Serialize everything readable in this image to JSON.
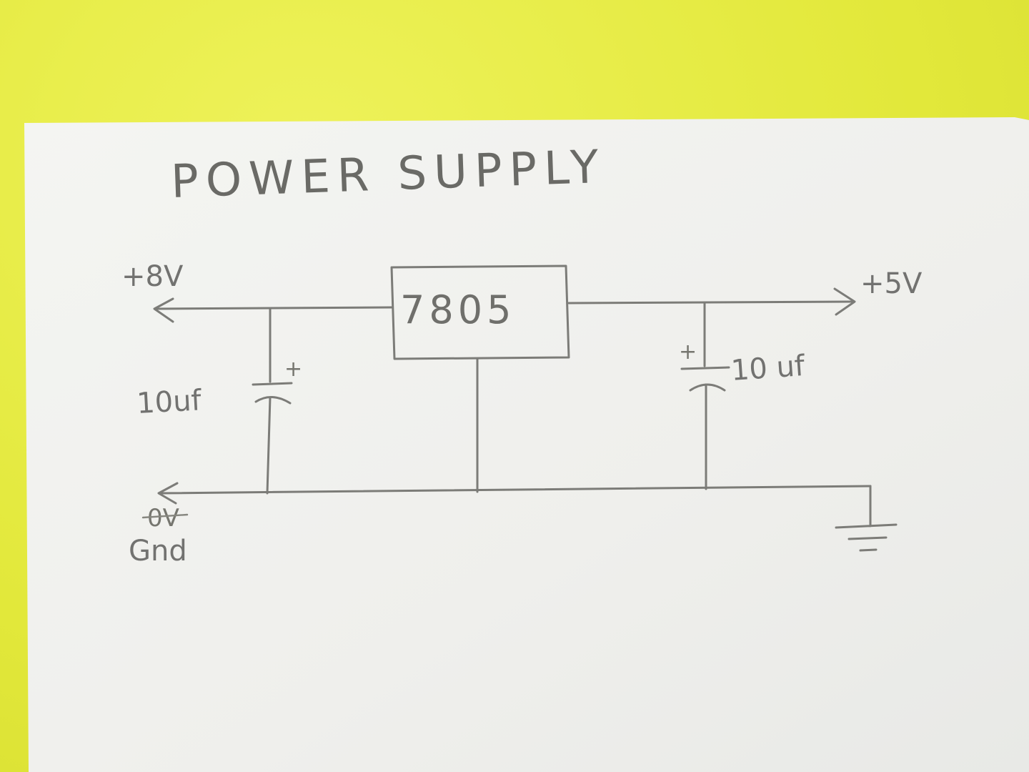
{
  "diagram": {
    "title": "POWER SUPPLY",
    "regulator": {
      "label": "7805"
    },
    "input": {
      "label": "+8V"
    },
    "output": {
      "label": "+5V"
    },
    "ground": {
      "struck_label": "0V",
      "label": "Gnd"
    },
    "input_capacitor": {
      "label": "10uf",
      "polarity": "+"
    },
    "output_capacitor": {
      "label": "10 uf",
      "polarity": "+"
    }
  },
  "colors": {
    "background": "#e6ec3c",
    "paper": "#f2f3f0",
    "pencil": "#7c7c78"
  }
}
